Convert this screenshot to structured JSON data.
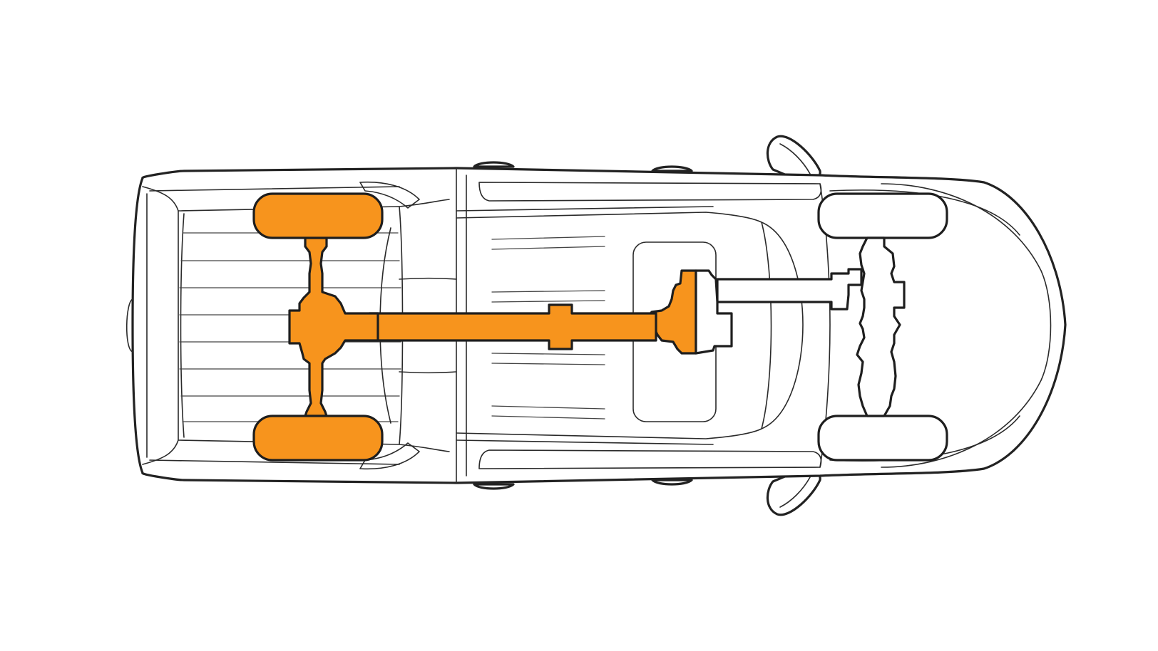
{
  "diagram": {
    "kind": "vehicle-drivetrain-top-view",
    "view": "top",
    "driven_axle": "rear",
    "driven_wheels": [
      "rear-left",
      "rear-right"
    ],
    "undriven_wheels": [
      "front-left",
      "front-right"
    ]
  },
  "colors": {
    "background": "#ffffff",
    "outline": "#222222",
    "driven": "#f7941d",
    "undriven": "#ffffff"
  }
}
